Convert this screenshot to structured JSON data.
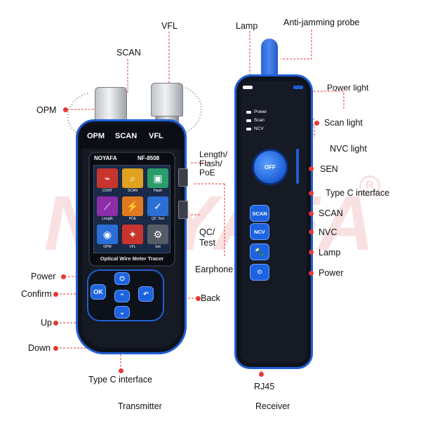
{
  "watermark": {
    "text": "NOYAFA",
    "mark": "R"
  },
  "transmitter": {
    "caption": "Transmitter",
    "top_labels": {
      "opm": "OPM",
      "scan": "SCAN",
      "vfl": "VFL"
    },
    "brand": "NOYAFA",
    "model": "NF-8508",
    "screen_title": "Optical Wire Meter Tracer",
    "apps": [
      {
        "label": "CONT",
        "icon": "cable-icon",
        "color": "#c8352e"
      },
      {
        "label": "SCAN",
        "icon": "magnifier-icon",
        "color": "#e0a020"
      },
      {
        "label": "Flash",
        "icon": "port-icon",
        "color": "#2a9d6a"
      },
      {
        "label": "Length",
        "icon": "ruler-icon",
        "color": "#8b2ea8"
      },
      {
        "label": "POE",
        "icon": "poe-icon",
        "color": "#e07a20"
      },
      {
        "label": "QC Test",
        "icon": "qc-icon",
        "color": "#2b6fd6"
      },
      {
        "label": "OPM",
        "icon": "opm-icon",
        "color": "#2b6fd6"
      },
      {
        "label": "VFL",
        "icon": "vfl-icon",
        "color": "#c8352e"
      },
      {
        "label": "Set",
        "icon": "gear-icon",
        "color": "#555c66"
      }
    ],
    "keys": {
      "ok": "OK",
      "power": "⏻",
      "back": "↶",
      "up": "⌃",
      "down": "⌄"
    },
    "callouts": {
      "vfl": "VFL",
      "scan": "SCAN",
      "opm": "OPM",
      "length": "Length/\nFlash/\nPoE",
      "qc": "QC/\nTest",
      "earphone": "Earphone",
      "power": "Power",
      "confirm": "Confirm",
      "up": "Up",
      "down": "Down",
      "back": "Back",
      "typec": "Type C interface"
    }
  },
  "receiver": {
    "caption": "Receiver",
    "indicators": [
      "Power",
      "Scan",
      "NCV"
    ],
    "knob_label": "OFF",
    "buttons": {
      "scan": "SCAN",
      "ncv": "NCV",
      "lamp": "",
      "power": "⏻"
    },
    "callouts": {
      "lamp_top": "Lamp",
      "probe": "Anti-jamming probe",
      "power_light": "Power light",
      "scan_light": "Scan light",
      "nvc_light": "NVC light",
      "sen": "SEN",
      "typec": "Type C interface",
      "scan": "SCAN",
      "nvc": "NVC",
      "lamp": "Lamp",
      "power": "Power",
      "rj45": "RJ45"
    }
  },
  "colors": {
    "accent": "#1f5fd4",
    "callout_dot": "#e53935",
    "body": "#151a24"
  }
}
